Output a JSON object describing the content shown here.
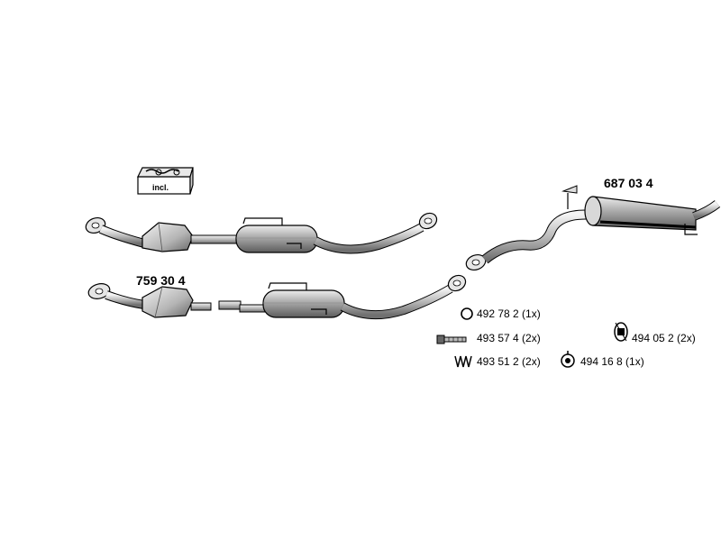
{
  "parts": {
    "rear_muffler": "687 03 4",
    "front_catalyst": "759 30 4"
  },
  "kit_box": {
    "label": "incl."
  },
  "accessories": [
    {
      "icon": "o-ring-icon",
      "label": "492 78 2 (1x)"
    },
    {
      "icon": "bolt-icon",
      "label": "493 57 4 (2x)"
    },
    {
      "icon": "spring-icon",
      "label": "493 51 2 (2x)"
    },
    {
      "icon": "rubber-mount-icon",
      "label": "494 16 8 (1x)"
    },
    {
      "icon": "hanger-clamp-icon",
      "label": "494 05 2 (2x)"
    }
  ]
}
